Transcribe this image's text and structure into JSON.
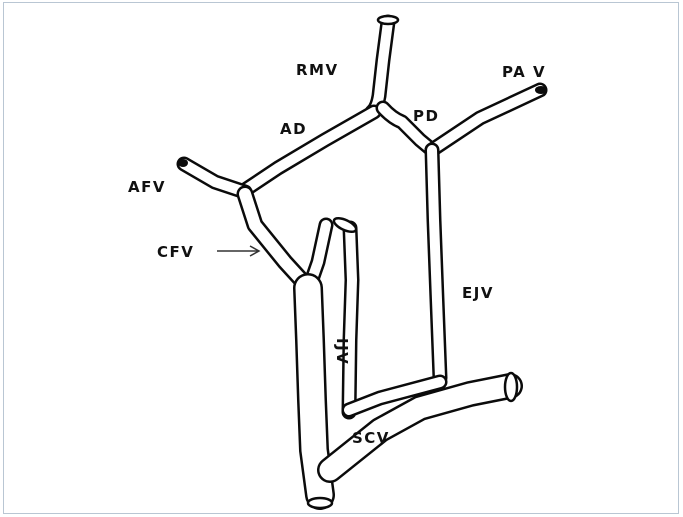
{
  "diagram": {
    "labels": {
      "rmv": "RMV",
      "pav": "PA V",
      "ad": "AD",
      "pd": "PD",
      "afv": "AFV",
      "cfv": "CFV",
      "ejv": "EJV",
      "ijv": "IJV",
      "scv": "SCV"
    },
    "colors": {
      "line": "#0b0b0b",
      "frame": "#b9c6d3",
      "background": "#ffffff"
    }
  }
}
